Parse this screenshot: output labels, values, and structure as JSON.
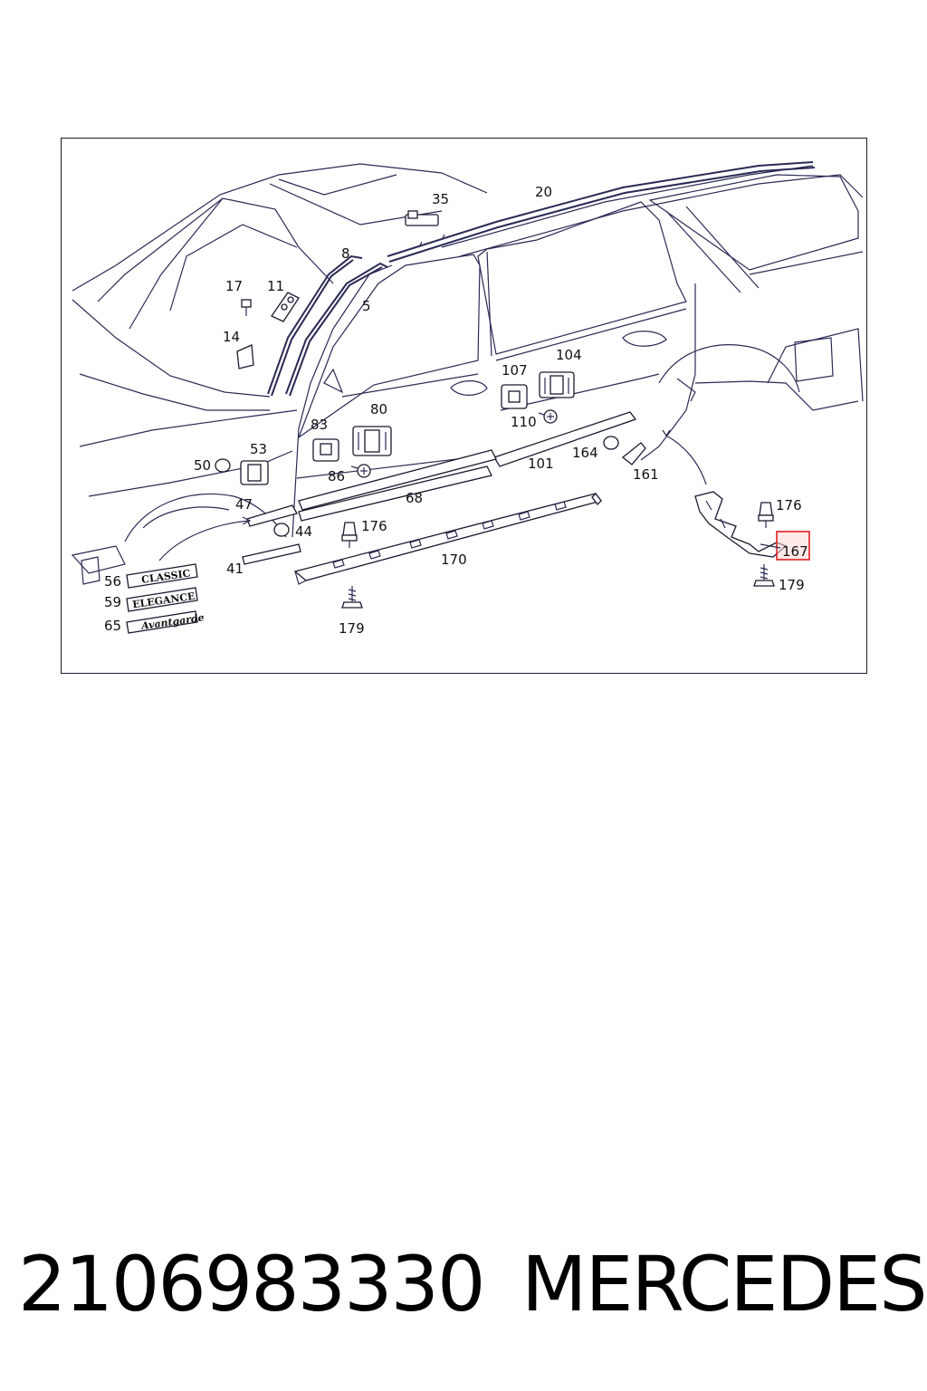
{
  "diagram": {
    "callouts": {
      "c35": "35",
      "c20": "20",
      "c8": "8",
      "c5": "5",
      "c17": "17",
      "c11": "11",
      "c14": "14",
      "c107": "107",
      "c104": "104",
      "c80": "80",
      "c83": "83",
      "c110": "110",
      "c53": "53",
      "c50": "50",
      "c86": "86",
      "c164": "164",
      "c101": "101",
      "c161": "161",
      "c47": "47",
      "c68": "68",
      "c176a": "176",
      "c176b": "176",
      "c44": "44",
      "c170": "170",
      "c41": "41",
      "c56": "56",
      "c59": "59",
      "c65": "65",
      "c179a": "179",
      "c179b": "179",
      "c167": "167"
    },
    "badges": {
      "classic": "CLASSIC",
      "elegance": "ELEGANCE",
      "avantgarde": "Avantgarde"
    },
    "highlight_color": "#e02020",
    "line_color": "#2a2a55"
  },
  "footer": {
    "part_number": "2106983330",
    "brand": "MERCEDES"
  }
}
